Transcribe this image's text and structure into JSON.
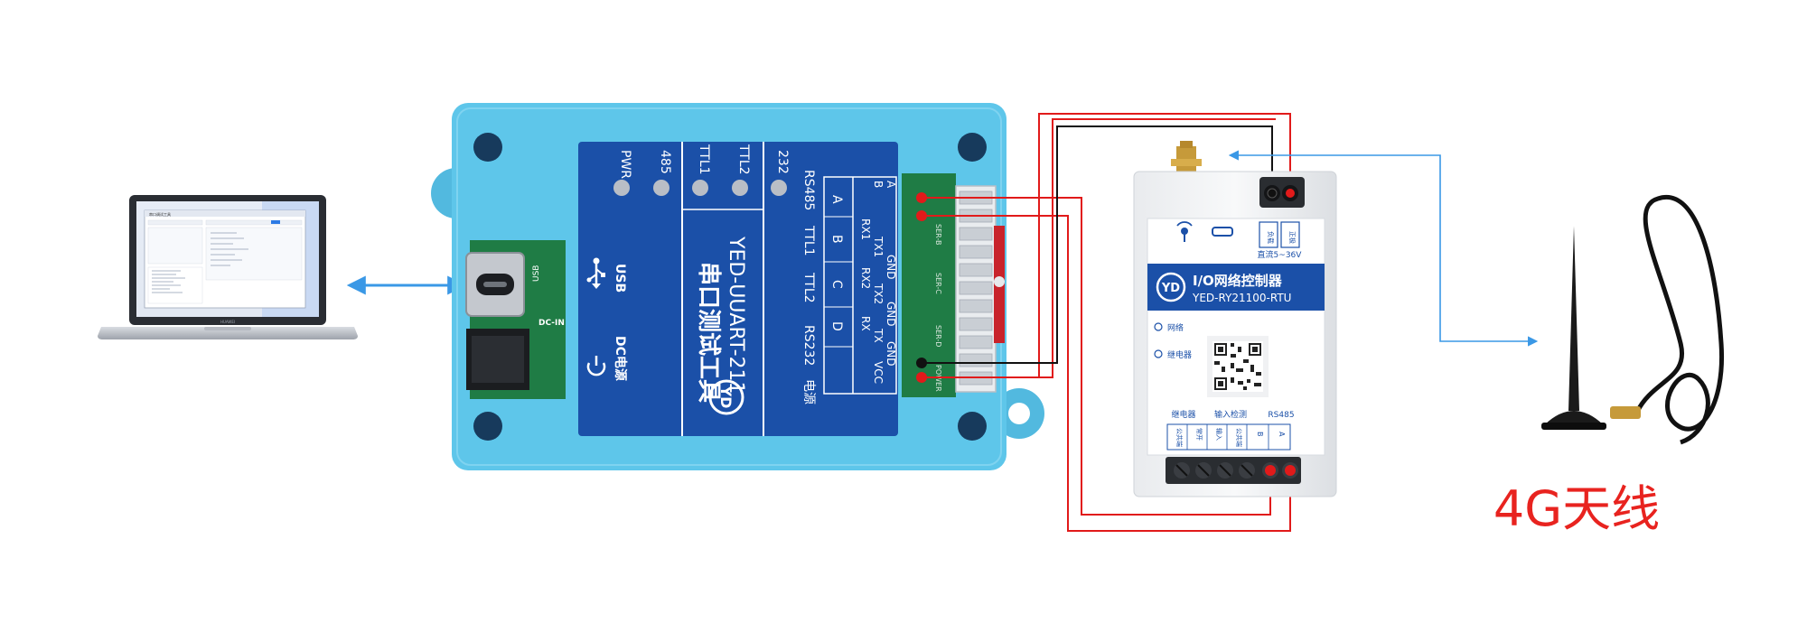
{
  "laptop": {
    "screen_window_title": "串口调试工具",
    "brand": "HUAWEI"
  },
  "tester": {
    "title": "串口测试工具",
    "model": "YED-UUART-211",
    "usb_label": "USB",
    "dc_label": "DC电源",
    "usb_port_label": "USB",
    "dc_port_label": "DC-IN",
    "indicators": [
      "PWR",
      "485",
      "TTL1",
      "TTL2",
      "232"
    ],
    "group_labels": [
      "RS485",
      "TTL1",
      "TTL2",
      "RS232",
      "电源"
    ],
    "pins_485": [
      "B",
      "A"
    ],
    "pins_ttl1": [
      "RX1",
      "TX1",
      "GND"
    ],
    "pins_ttl2": [
      "RX2",
      "TX2",
      "GND"
    ],
    "pins_232": [
      "RX",
      "TX",
      "GND"
    ],
    "pins_power": [
      "VCC"
    ],
    "pins_abcd": [
      "A",
      "B",
      "C",
      "D"
    ],
    "connector_labels": [
      "SER-B",
      "SER-C",
      "SER-D",
      "POWER"
    ]
  },
  "controller": {
    "power_top_labels": [
      "负载",
      "正极"
    ],
    "voltage": "直流5~36V",
    "title": "I/O网络控制器",
    "model": "YED-RY21100-RTU",
    "leds": [
      "网络",
      "继电器"
    ],
    "bottom_groups": [
      "继电器",
      "输入检测",
      "RS485"
    ],
    "terminal_labels": [
      "公共端",
      "常开",
      "输入",
      "公共端",
      "B",
      "A"
    ]
  },
  "antenna": {
    "label": "4G天线"
  },
  "colors": {
    "case_blue": "#5ec6ea",
    "panel_blue": "#1b50a8",
    "arrow_blue": "#3a98e6",
    "wire_red": "#e11a1a",
    "wire_black": "#111111",
    "label_red": "#e8231f"
  }
}
